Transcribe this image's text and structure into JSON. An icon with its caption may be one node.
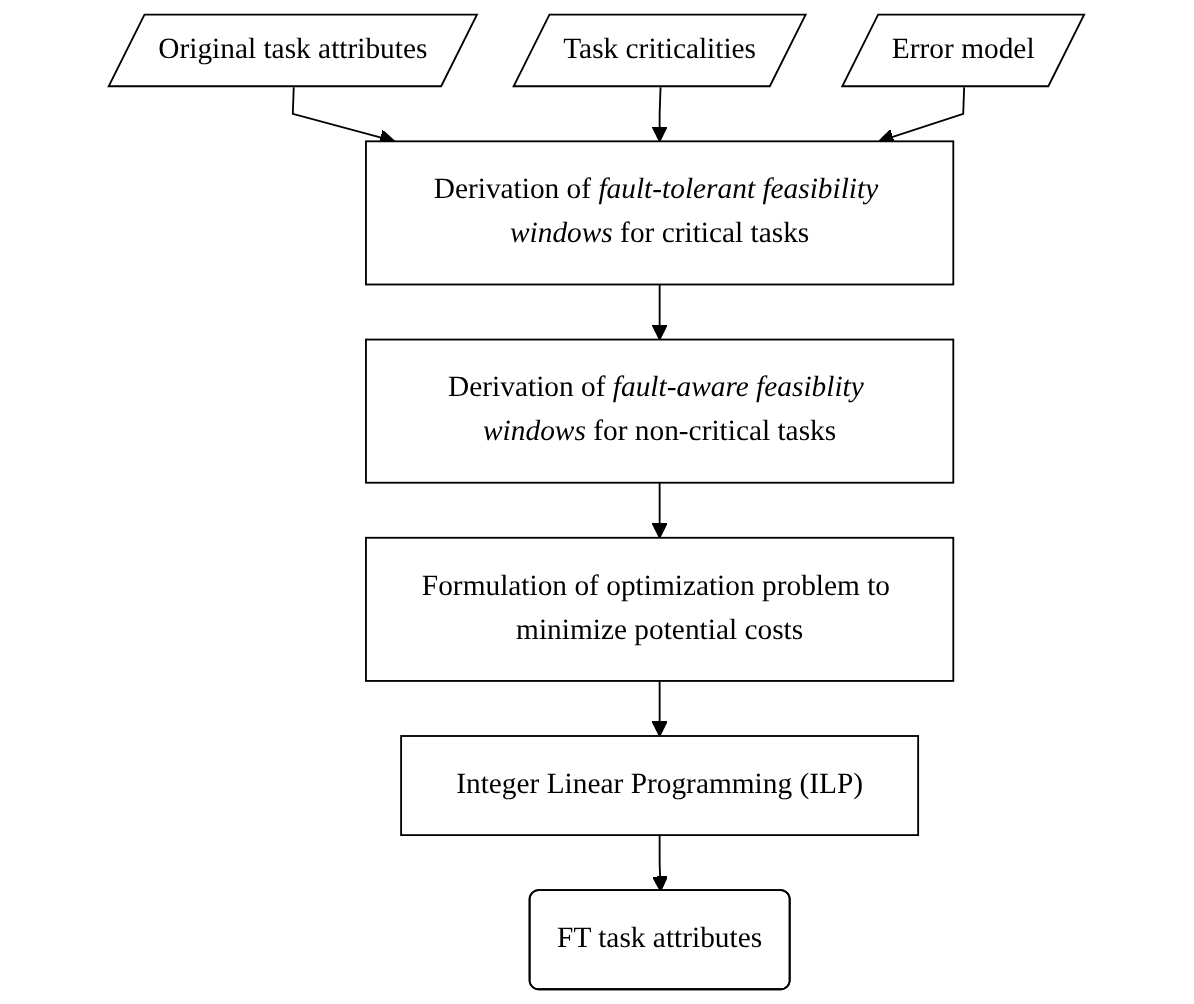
{
  "diagram": {
    "nodes": [
      {
        "text": [
          "Original task attributes"
        ]
      },
      {
        "text": [
          "Task criticalities"
        ]
      },
      {
        "text": [
          "Error model"
        ]
      },
      {
        "text": [
          "Derivation of *fault-tolerant feasibility windows* for critical tasks"
        ]
      },
      {
        "text": [
          "Derivation of *fault-aware feasiblity windows* for non-critical tasks"
        ]
      },
      {
        "text": [
          "Formulation of optimization problem to minimize potential costs"
        ]
      },
      {
        "text": [
          "Integer Linear Programming (ILP)"
        ]
      },
      {
        "text": [
          "FT task attributes"
        ]
      }
    ],
    "edges": [
      {
        "from": 0,
        "to": 3,
        "arrow": "to"
      },
      {
        "from": 1,
        "to": 3,
        "arrow": "to"
      },
      {
        "from": 2,
        "to": 3,
        "arrow": "to"
      },
      {
        "from": 3,
        "to": 4,
        "arrow": "to"
      },
      {
        "from": 4,
        "to": 5,
        "arrow": "to"
      },
      {
        "from": 5,
        "to": 6,
        "arrow": "to"
      },
      {
        "from": 6,
        "to": 7,
        "arrow": "to"
      }
    ]
  }
}
